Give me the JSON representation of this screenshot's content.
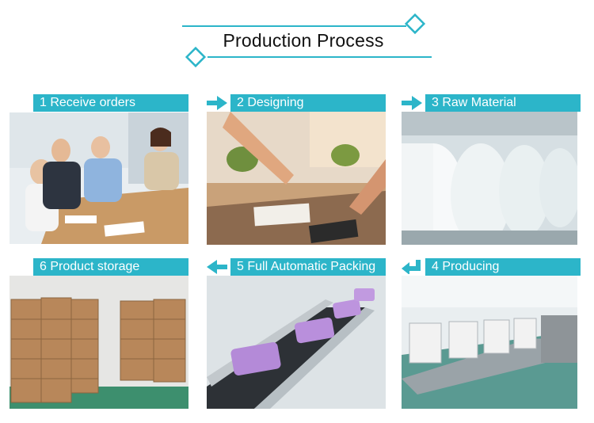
{
  "header": {
    "title": "Production Process"
  },
  "colors": {
    "accent": "#2cb5c9"
  },
  "steps": [
    {
      "label": "1  Receive orders",
      "icon": "none",
      "photo": "meeting-photo"
    },
    {
      "label": "2 Designing",
      "icon": "arrow-right-icon",
      "photo": "designing-photo"
    },
    {
      "label": "3 Raw Material",
      "icon": "arrow-right-icon",
      "photo": "paper-rolls-photo"
    },
    {
      "label": "4  Producing",
      "icon": "arrow-turn-down-left-icon",
      "photo": "production-line-photo"
    },
    {
      "label": "5  Full Automatic Packing",
      "icon": "arrow-left-icon",
      "photo": "packing-conveyor-photo"
    },
    {
      "label": "6  Product storage",
      "icon": "arrow-left-icon",
      "photo": "warehouse-photo"
    }
  ]
}
